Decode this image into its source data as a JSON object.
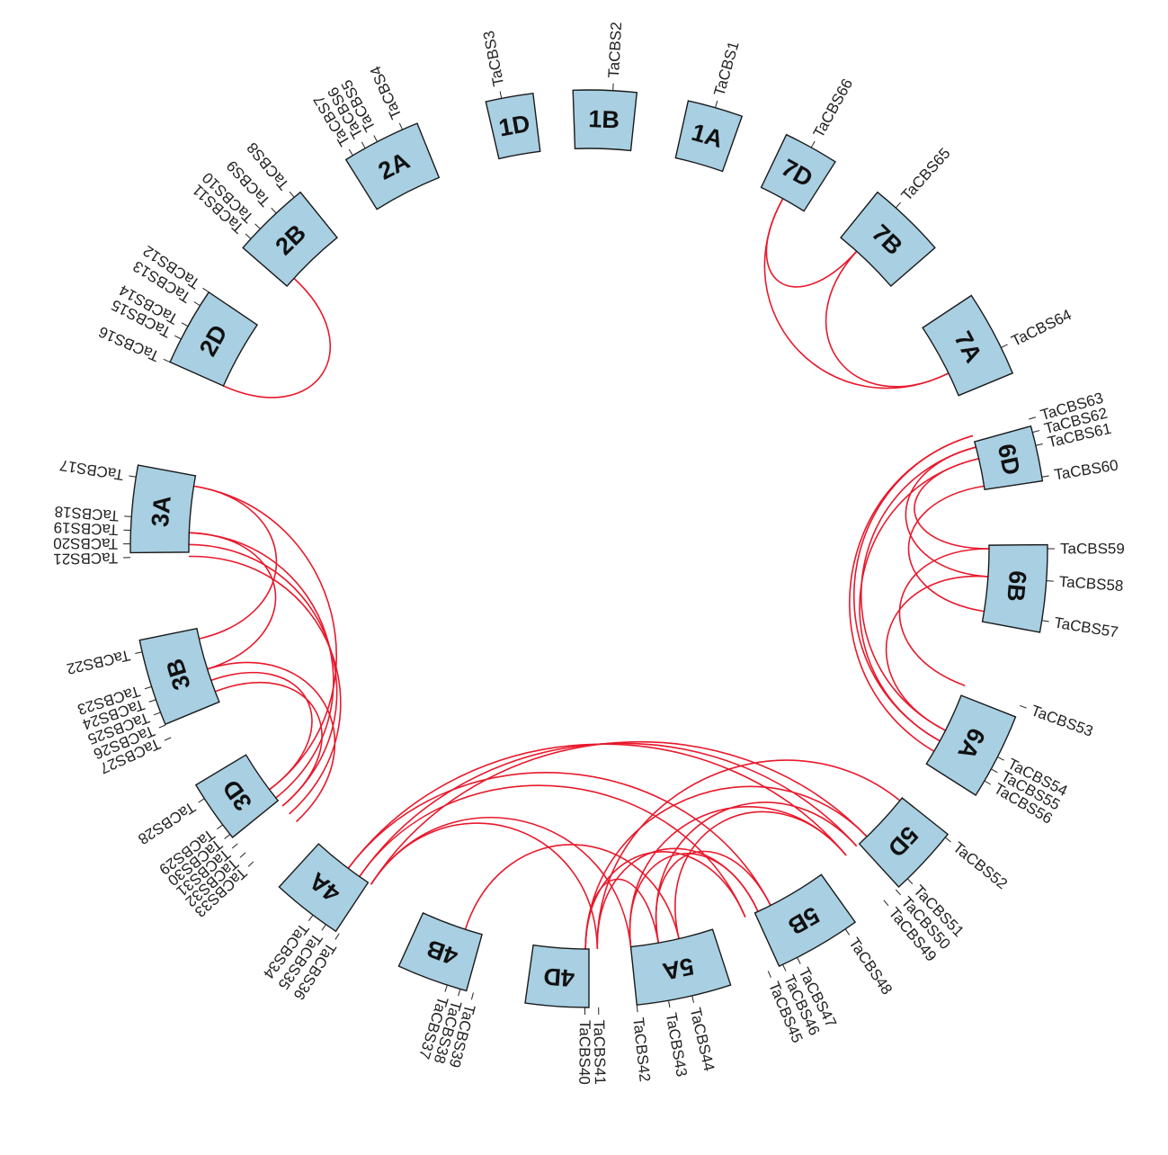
{
  "colors": {
    "chromosome_fill": "#a8cfe2",
    "link": "#e8192c"
  },
  "chromosomes": [
    {
      "id": "1A",
      "angle": 16,
      "span": 7,
      "genes": [
        {
          "name": "TaCBS1",
          "angle": 16
        }
      ]
    },
    {
      "id": "1B",
      "angle": 2,
      "span": 8,
      "genes": [
        {
          "name": "TaCBS2",
          "angle": 3
        }
      ]
    },
    {
      "id": "1D",
      "angle": -10,
      "span": 6,
      "genes": [
        {
          "name": "TaCBS3",
          "angle": -11
        }
      ]
    },
    {
      "id": "2A",
      "angle": -27,
      "span": 10,
      "genes": [
        {
          "name": "TaCBS4",
          "angle": -24
        },
        {
          "name": "TaCBS5",
          "angle": -27.5
        },
        {
          "name": "TaCBS6",
          "angle": -29.2
        },
        {
          "name": "TaCBS7",
          "angle": -31
        }
      ]
    },
    {
      "id": "2B",
      "angle": -44,
      "span": 10,
      "genes": [
        {
          "name": "TaCBS8",
          "angle": -40
        },
        {
          "name": "TaCBS9",
          "angle": -43
        },
        {
          "name": "TaCBS10",
          "angle": -45.8
        },
        {
          "name": "TaCBS11",
          "angle": -47.5
        }
      ]
    },
    {
      "id": "2D",
      "angle": -61,
      "span": 10,
      "genes": [
        {
          "name": "TaCBS12",
          "angle": -56
        },
        {
          "name": "TaCBS13",
          "angle": -58
        },
        {
          "name": "TaCBS14",
          "angle": -61
        },
        {
          "name": "TaCBS15",
          "angle": -62.8
        },
        {
          "name": "TaCBS16",
          "angle": -66
        }
      ]
    },
    {
      "id": "3A",
      "angle": -85,
      "span": 11,
      "genes": [
        {
          "name": "TaCBS17",
          "angle": -81
        },
        {
          "name": "TaCBS18",
          "angle": -86
        },
        {
          "name": "TaCBS19",
          "angle": -87.7
        },
        {
          "name": "TaCBS20",
          "angle": -89.4
        },
        {
          "name": "TaCBS21",
          "angle": -91.1
        }
      ]
    },
    {
      "id": "3B",
      "angle": -107,
      "span": 11,
      "genes": [
        {
          "name": "TaCBS22",
          "angle": -103
        },
        {
          "name": "TaCBS23",
          "angle": -107.5
        },
        {
          "name": "TaCBS24",
          "angle": -109.2
        },
        {
          "name": "TaCBS25",
          "angle": -110.9
        },
        {
          "name": "TaCBS26",
          "angle": -112.6
        },
        {
          "name": "TaCBS27",
          "angle": -114.3
        }
      ]
    },
    {
      "id": "3D",
      "angle": -125,
      "span": 8,
      "genes": [
        {
          "name": "TaCBS28",
          "angle": -123
        },
        {
          "name": "TaCBS29",
          "angle": -127
        },
        {
          "name": "TaCBS30",
          "angle": -128.5
        },
        {
          "name": "TaCBS31",
          "angle": -130
        },
        {
          "name": "TaCBS32",
          "angle": -131.5
        },
        {
          "name": "TaCBS33",
          "angle": -133
        }
      ]
    },
    {
      "id": "4A",
      "angle": -142,
      "span": 9,
      "genes": [
        {
          "name": "TaCBS34",
          "angle": -143
        },
        {
          "name": "TaCBS35",
          "angle": -145
        },
        {
          "name": "TaCBS36",
          "angle": -147
        }
      ]
    },
    {
      "id": "4B",
      "angle": -160,
      "span": 9,
      "genes": [
        {
          "name": "TaCBS37",
          "angle": -162
        },
        {
          "name": "TaCBS38",
          "angle": -163.7
        },
        {
          "name": "TaCBS39",
          "angle": -165.4
        }
      ]
    },
    {
      "id": "4D",
      "angle": -176,
      "span": 8,
      "genes": [
        {
          "name": "TaCBS40",
          "angle": -179.5
        },
        {
          "name": "TaCBS41",
          "angle": -181.2
        }
      ]
    },
    {
      "id": "5A",
      "angle": -192,
      "span": 12,
      "genes": [
        {
          "name": "TaCBS42",
          "angle": -186
        },
        {
          "name": "TaCBS43",
          "angle": -190
        },
        {
          "name": "TaCBS44",
          "angle": -193
        }
      ]
    },
    {
      "id": "5B",
      "angle": -210,
      "span": 11,
      "genes": [
        {
          "name": "TaCBS45",
          "angle": -203
        },
        {
          "name": "TaCBS46",
          "angle": -205
        },
        {
          "name": "TaCBS47",
          "angle": -207
        },
        {
          "name": "TaCBS48",
          "angle": -214
        }
      ]
    },
    {
      "id": "5D",
      "angle": -227,
      "span": 9,
      "genes": [
        {
          "name": "TaCBS49",
          "angle": -220
        },
        {
          "name": "TaCBS50",
          "angle": -222
        },
        {
          "name": "TaCBS51",
          "angle": -224
        },
        {
          "name": "TaCBS52",
          "angle": -231
        }
      ]
    },
    {
      "id": "6A",
      "angle": -243,
      "span": 11,
      "genes": [
        {
          "name": "TaCBS53",
          "angle": -250
        },
        {
          "name": "TaCBS54",
          "angle": -243
        },
        {
          "name": "TaCBS55",
          "angle": -241.3
        },
        {
          "name": "TaCBS56",
          "angle": -239.6
        }
      ]
    },
    {
      "id": "6B",
      "angle": -265,
      "span": 11,
      "genes": [
        {
          "name": "TaCBS57",
          "angle": -261
        },
        {
          "name": "TaCBS58",
          "angle": -266
        },
        {
          "name": "TaCBS59",
          "angle": -270
        }
      ]
    },
    {
      "id": "6D",
      "angle": -282,
      "span": 7,
      "genes": [
        {
          "name": "TaCBS60",
          "angle": -279
        },
        {
          "name": "TaCBS61",
          "angle": -283
        },
        {
          "name": "TaCBS62",
          "angle": -284.7
        },
        {
          "name": "TaCBS63",
          "angle": -286.4
        }
      ]
    },
    {
      "id": "7A",
      "angle": -298,
      "span": 11,
      "genes": [
        {
          "name": "TaCBS64",
          "angle": -296
        }
      ]
    },
    {
      "id": "7B",
      "angle": -316,
      "span": 10,
      "genes": [
        {
          "name": "TaCBS65",
          "angle": -318
        }
      ]
    },
    {
      "id": "7D",
      "angle": -331,
      "span": 7,
      "genes": [
        {
          "name": "TaCBS66",
          "angle": -331
        }
      ]
    }
  ],
  "links": [
    [
      "TaCBS11",
      "TaCBS16"
    ],
    [
      "TaCBS64",
      "TaCBS66"
    ],
    [
      "TaCBS65",
      "TaCBS66"
    ],
    [
      "TaCBS64",
      "TaCBS65"
    ],
    [
      "TaCBS17",
      "TaCBS22"
    ],
    [
      "TaCBS17",
      "TaCBS29"
    ],
    [
      "TaCBS19",
      "TaCBS23"
    ],
    [
      "TaCBS19",
      "TaCBS30"
    ],
    [
      "TaCBS20",
      "TaCBS31"
    ],
    [
      "TaCBS21",
      "TaCBS32"
    ],
    [
      "TaCBS23",
      "TaCBS33"
    ],
    [
      "TaCBS24",
      "TaCBS29"
    ],
    [
      "TaCBS25",
      "TaCBS31"
    ],
    [
      "TaCBS62",
      "TaCBS54"
    ],
    [
      "TaCBS62",
      "TaCBS58"
    ],
    [
      "TaCBS61",
      "TaCBS55"
    ],
    [
      "TaCBS61",
      "TaCBS59"
    ],
    [
      "TaCBS63",
      "TaCBS56"
    ],
    [
      "TaCBS60",
      "TaCBS57"
    ],
    [
      "TaCBS59",
      "TaCBS53"
    ],
    [
      "TaCBS58",
      "TaCBS54"
    ],
    [
      "TaCBS63",
      "TaCBS55"
    ],
    [
      "TaCBS49",
      "TaCBS34"
    ],
    [
      "TaCBS50",
      "TaCBS35"
    ],
    [
      "TaCBS51",
      "TaCBS36"
    ],
    [
      "TaCBS49",
      "TaCBS42"
    ],
    [
      "TaCBS50",
      "TaCBS43"
    ],
    [
      "TaCBS45",
      "TaCBS40"
    ],
    [
      "TaCBS46",
      "TaCBS41"
    ],
    [
      "TaCBS47",
      "TaCBS34"
    ],
    [
      "TaCBS45",
      "TaCBS35"
    ],
    [
      "TaCBS42",
      "TaCBS36"
    ],
    [
      "TaCBS43",
      "TaCBS40"
    ],
    [
      "TaCBS44",
      "TaCBS37"
    ],
    [
      "TaCBS42",
      "TaCBS46"
    ],
    [
      "TaCBS43",
      "TaCBS47"
    ],
    [
      "TaCBS40",
      "TaCBS51"
    ],
    [
      "TaCBS41",
      "TaCBS52"
    ],
    [
      "TaCBS44",
      "TaCBS49"
    ],
    [
      "TaCBS36",
      "TaCBS41"
    ]
  ]
}
